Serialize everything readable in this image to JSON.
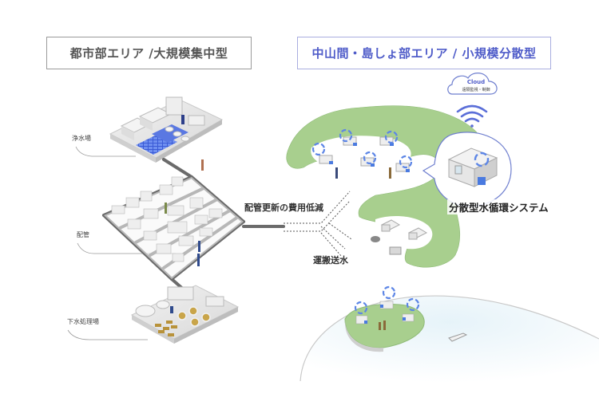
{
  "headers": {
    "left": "都市部エリア /大規模集中型",
    "right": "中山間・島しょ部エリア / 小規模分散型"
  },
  "left_labels": {
    "water_purification": "浄水場",
    "piping": "配管",
    "sewage_treatment": "下水処理場"
  },
  "center_labels": {
    "pipe_cost": "配管更新の費用低減",
    "transport": "運搬送水"
  },
  "cloud": {
    "title": "Cloud",
    "subtitle": "遠隔監視・制御"
  },
  "system_label": "分散型水循環システム",
  "icons": {
    "cloud": "cloud-icon",
    "wifi": "wifi-icon",
    "recycle": "circular-arrows-icon"
  },
  "colors": {
    "accent_blue": "#4f5cc9",
    "header_left_border": "#9a9a9a",
    "header_right_border": "#a9aee0",
    "terrain_green": "#a8cf8e",
    "pipe_gray": "#6b6b6b"
  }
}
